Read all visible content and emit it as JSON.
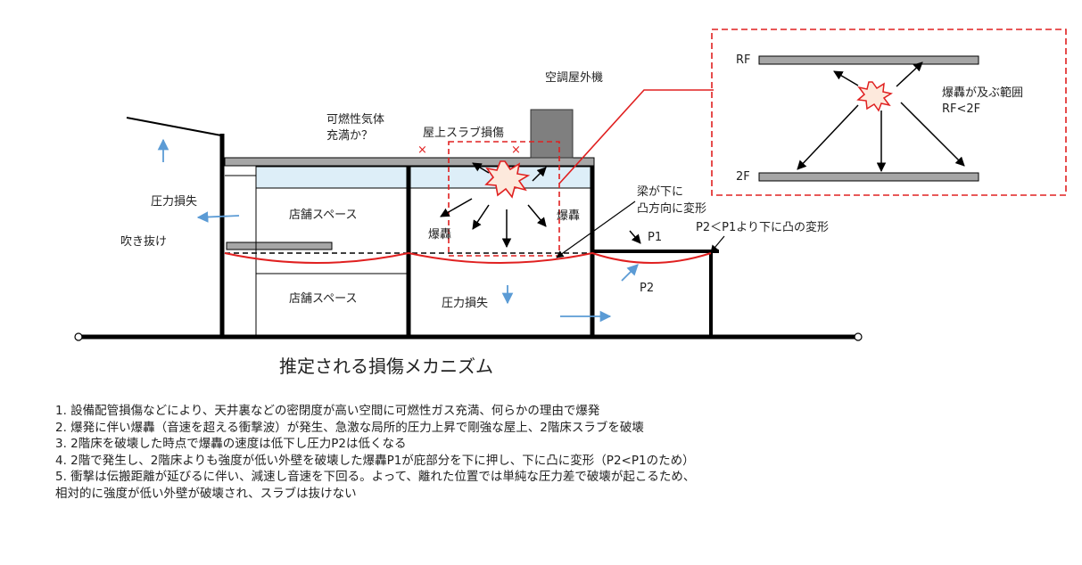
{
  "labels": {
    "outdoor_unit": "空調屋外機",
    "gas_line1": "可燃性気体",
    "gas_line2": "充満か？",
    "roof_slab_damage": "屋上スラブ損傷",
    "pressure_loss_left": "圧力損失",
    "atrium": "吹き抜け",
    "store_upper": "店舗スペース",
    "store_lower": "店舗スペース",
    "blast_left": "爆轟",
    "blast_right": "爆轟",
    "beam_line1": "梁が下に",
    "beam_line2": "凸方向に変形",
    "p1": "P1",
    "p2": "P2",
    "p_relation": "P2＜P1より下に凸の変形",
    "pressure_loss_bottom": "圧力損失",
    "cross_left": "×",
    "cross_right": "×"
  },
  "inset": {
    "rf": "RF",
    "floor_2f": "2F",
    "range_line1": "爆轟が及ぶ範囲",
    "range_line2": "RF<2F"
  },
  "title": "推定される損傷メカニズム",
  "notes": [
    "1. 設備配管損傷などにより、天井裏などの密閉度が高い空間に可燃性ガス充満、何らかの理由で爆発",
    "2. 爆発に伴い爆轟（音速を超える衝撃波）が発生、急激な局所的圧力上昇で剛強な屋上、2階床スラブを破壊",
    "3. 2階床を破壊した時点で爆轟の速度は低下し圧力P2は低くなる",
    "4. 2階で発生し、2階床よりも強度が低い外壁を破壊した爆轟P1が庇部分を下に押し、下に凸に変形（P2<P1のため）",
    "5. 衝撃は伝搬距離が延びるに伴い、減速し音速を下回る。よって、離れた位置では単純な圧力差で破壊が起こるため、",
    "相対的に強度が低い外壁が破壊され、スラブは抜けない"
  ],
  "colors": {
    "structure": "#000000",
    "slab": "#a6a6a6",
    "cavity": "#ddeef8",
    "blast_outline": "#e02020",
    "blast_fill": "#fde9dc",
    "blue_arrow": "#5b9bd5",
    "red_line": "#e02020",
    "outdoor_unit": "#7f7f7f"
  }
}
